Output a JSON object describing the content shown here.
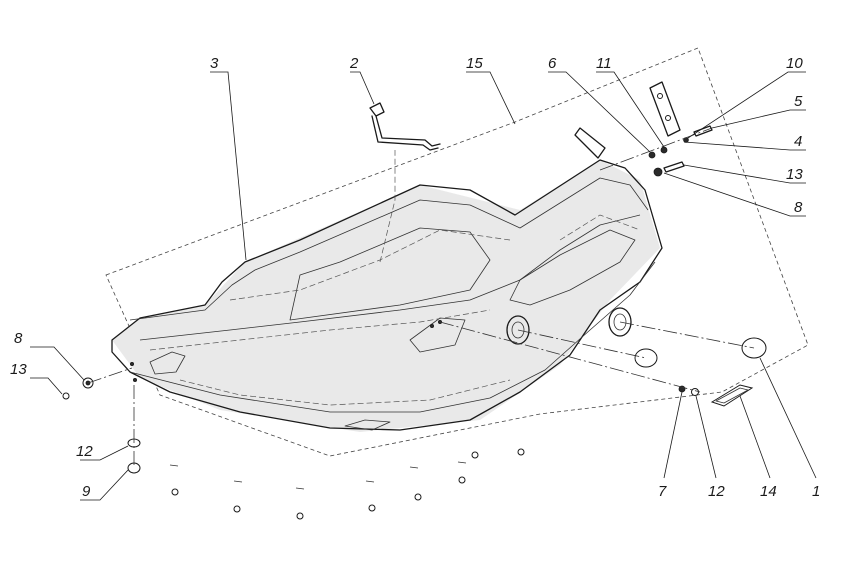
{
  "drawing": {
    "callouts": [
      {
        "id": "c3",
        "label": "3"
      },
      {
        "id": "c2",
        "label": "2"
      },
      {
        "id": "c15",
        "label": "15"
      },
      {
        "id": "c6",
        "label": "6"
      },
      {
        "id": "c11",
        "label": "11"
      },
      {
        "id": "c10",
        "label": "10"
      },
      {
        "id": "c5",
        "label": "5"
      },
      {
        "id": "c4",
        "label": "4"
      },
      {
        "id": "c13r",
        "label": "13"
      },
      {
        "id": "c8r",
        "label": "8"
      },
      {
        "id": "c8l",
        "label": "8"
      },
      {
        "id": "c13l",
        "label": "13"
      },
      {
        "id": "c12l",
        "label": "12"
      },
      {
        "id": "c9",
        "label": "9"
      },
      {
        "id": "c7",
        "label": "7"
      },
      {
        "id": "c12r",
        "label": "12"
      },
      {
        "id": "c14",
        "label": "14"
      },
      {
        "id": "c1",
        "label": "1"
      }
    ]
  },
  "colors": {
    "line": "#1a1a1a",
    "background": "#ffffff"
  }
}
